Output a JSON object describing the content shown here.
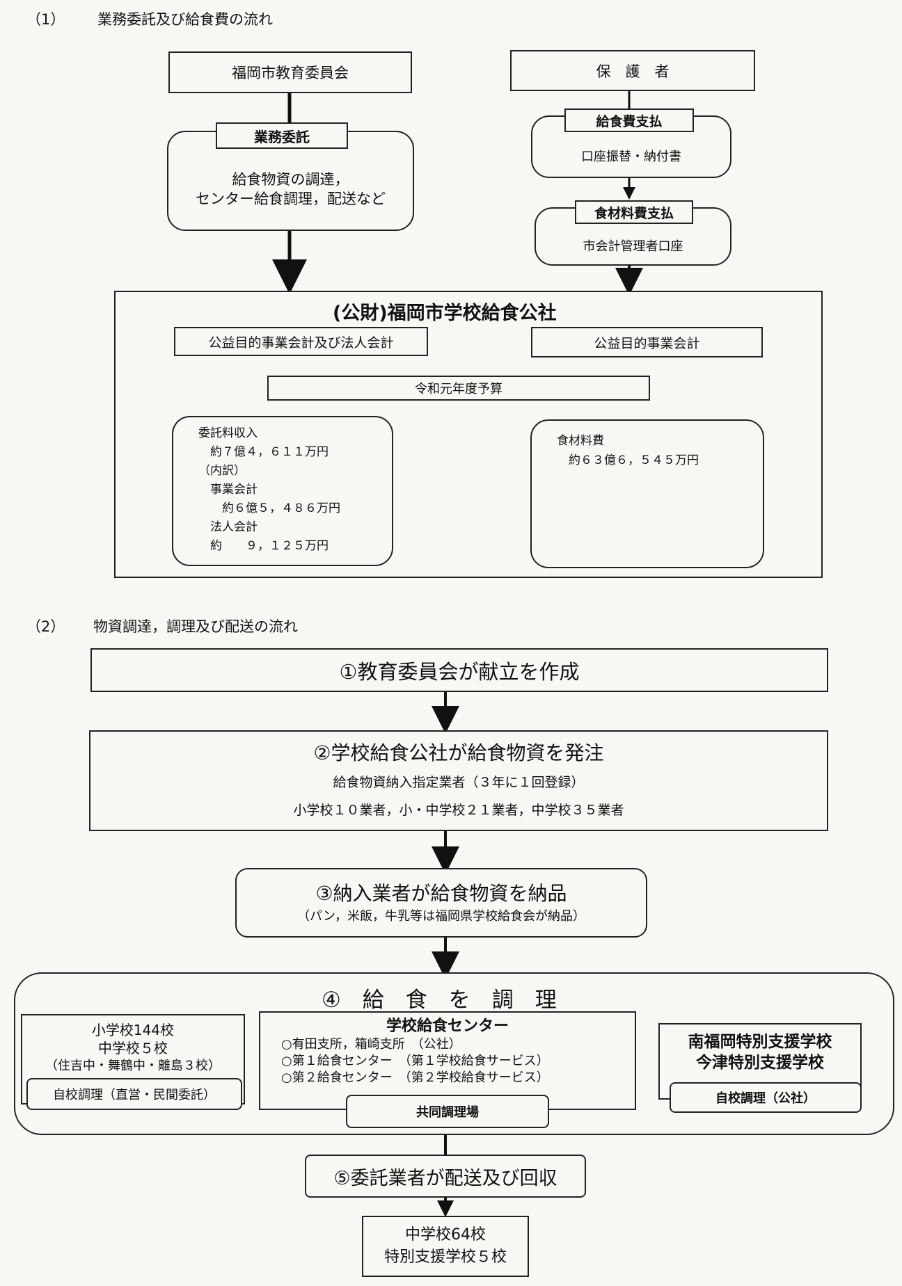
{
  "section1": {
    "heading_num": "（1）",
    "heading": "業務委託及び給食費の流れ",
    "board": "福岡市教育委員会",
    "guardians": "保　護　者",
    "commission_label": "業務委託",
    "commission_body": "給食物資の調達，\nセンター給食調理，配送など",
    "fee_payment_label": "給食費支払",
    "fee_payment_body": "口座振替・納付書",
    "ingredient_payment_label": "食材料費支払",
    "ingredient_payment_body": "市会計管理者口座",
    "corp_title": "(公財)福岡市学校給食公社",
    "account_left": "公益目的事業会計及び法人会計",
    "account_right": "公益目的事業会計",
    "budget": "令和元年度予算",
    "income_lines": [
      "委託料収入",
      "　約７億４，６１１万円",
      "（内訳）",
      "　事業会計",
      "　　約６億５，４８６万円",
      "　法人会計",
      "　約　　９，１２５万円"
    ],
    "cost_lines": [
      "食材料費",
      "　約６３億６，５４５万円"
    ]
  },
  "section2": {
    "heading_num": "（2）",
    "heading": "物資調達，調理及び配送の流れ",
    "step1": "①教育委員会が献立を作成",
    "step2_title": "②学校給食公社が給食物資を発注",
    "step2_line1": "給食物資納入指定業者（３年に１回登録）",
    "step2_line2": "小学校１０業者，小・中学校２１業者，中学校３５業者",
    "step3_title": "③納入業者が給食物資を納品",
    "step3_sub": "（パン，米飯，牛乳等は福岡県学校給食会が納品）",
    "step4_title": "④　給　食　を　調　理",
    "left_school_lines": [
      "小学校144校",
      "中学校５校",
      "（住吉中・舞鶴中・離島３校）"
    ],
    "left_school_tag": "自校調理（直営・民間委託）",
    "center_title": "学校給食センター",
    "center_lines": [
      "○有田支所，箱崎支所　（公社）",
      "○第１給食センター　（第１学校給食サービス）",
      "○第２給食センター　（第２学校給食サービス）"
    ],
    "center_tag": "共同調理場",
    "right_school_lines": [
      "南福岡特別支援学校",
      "今津特別支援学校"
    ],
    "right_school_tag": "自校調理（公社）",
    "step5": "⑤委託業者が配送及び回収",
    "destination_lines": [
      "中学校64校",
      "特別支援学校５校"
    ]
  }
}
